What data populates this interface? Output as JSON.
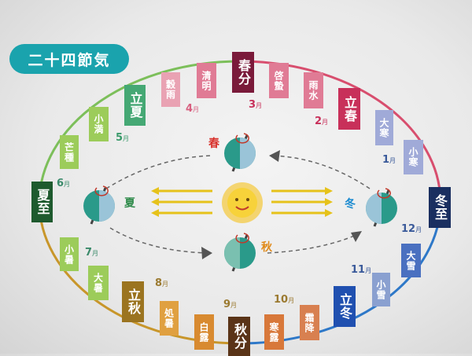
{
  "title": "二十四節気",
  "terms": [
    {
      "label": "春分",
      "color": "#7a1a3a"
    },
    {
      "label": "清明",
      "color": "#e07b95"
    },
    {
      "label": "穀雨",
      "color": "#e9a2b3"
    },
    {
      "label": "立夏",
      "color": "#45a874"
    },
    {
      "label": "小満",
      "color": "#9ccc5a"
    },
    {
      "label": "芒種",
      "color": "#9ccc5a"
    },
    {
      "label": "夏至",
      "color": "#1e5a2e"
    },
    {
      "label": "小暑",
      "color": "#9ccc5a"
    },
    {
      "label": "大暑",
      "color": "#9ccc5a"
    },
    {
      "label": "立秋",
      "color": "#9b7420"
    },
    {
      "label": "処暑",
      "color": "#e0a040"
    },
    {
      "label": "白露",
      "color": "#d88a30"
    },
    {
      "label": "秋分",
      "color": "#5a3418"
    },
    {
      "label": "寒露",
      "color": "#d8783a"
    },
    {
      "label": "霜降",
      "color": "#d88050"
    },
    {
      "label": "立冬",
      "color": "#2050b0"
    },
    {
      "label": "小雪",
      "color": "#8aa0d0"
    },
    {
      "label": "大雪",
      "color": "#4a70c0"
    },
    {
      "label": "冬至",
      "color": "#1a2f60"
    },
    {
      "label": "小寒",
      "color": "#a0aad8"
    },
    {
      "label": "大寒",
      "color": "#a0aad8"
    },
    {
      "label": "立春",
      "color": "#c8305a"
    },
    {
      "label": "雨水",
      "color": "#e07b95"
    },
    {
      "label": "啓蟄",
      "color": "#e07b95"
    }
  ],
  "months": [
    {
      "num": "1",
      "unit": "月",
      "color": "#3a5a9a"
    },
    {
      "num": "2",
      "unit": "月",
      "color": "#c8305a"
    },
    {
      "num": "3",
      "unit": "月",
      "color": "#c8305a"
    },
    {
      "num": "4",
      "unit": "月",
      "color": "#d86080"
    },
    {
      "num": "5",
      "unit": "月",
      "color": "#3a9a6a"
    },
    {
      "num": "6",
      "unit": "月",
      "color": "#3a8a6a"
    },
    {
      "num": "7",
      "unit": "月",
      "color": "#3a8a6a"
    },
    {
      "num": "8",
      "unit": "月",
      "color": "#9b7a30"
    },
    {
      "num": "9",
      "unit": "月",
      "color": "#9b7a30"
    },
    {
      "num": "10",
      "unit": "月",
      "color": "#9b7a30"
    },
    {
      "num": "11",
      "unit": "月",
      "color": "#3a5a9a"
    },
    {
      "num": "12",
      "unit": "月",
      "color": "#3a5a9a"
    }
  ],
  "seasons": {
    "spring": "春",
    "summer": "夏",
    "autumn": "秋",
    "winter": "冬"
  }
}
